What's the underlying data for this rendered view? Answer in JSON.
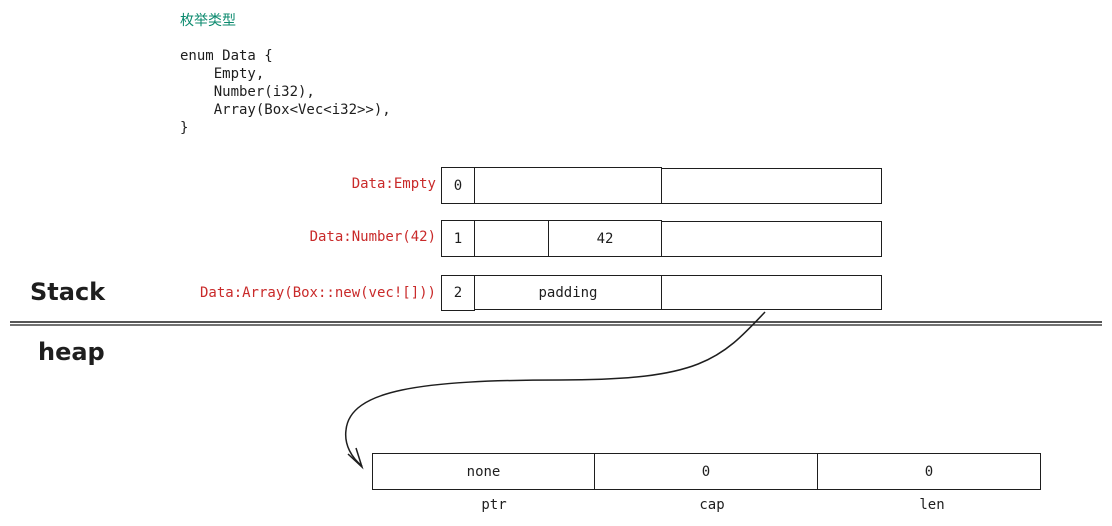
{
  "title": "枚举类型",
  "code": "enum Data {\n    Empty,\n    Number(i32),\n    Array(Box<Vec<i32>>),\n}",
  "rows": [
    {
      "label": "Data:Empty",
      "tag": "0",
      "payload": "",
      "extra": ""
    },
    {
      "label": "Data:Number(42)",
      "tag": "1",
      "payload": "42",
      "extra": ""
    },
    {
      "label": "Data:Array(Box::new(vec![]))",
      "tag": "2",
      "payload": "padding",
      "extra": ""
    }
  ],
  "regions": {
    "stack": "Stack",
    "heap": "heap"
  },
  "heap_cells": [
    {
      "value": "none",
      "name": "ptr"
    },
    {
      "value": "0",
      "name": "cap"
    },
    {
      "value": "0",
      "name": "len"
    }
  ],
  "colors": {
    "label": "#c92a2a",
    "title": "#0b8a6e",
    "stroke": "#1e1e1e"
  }
}
